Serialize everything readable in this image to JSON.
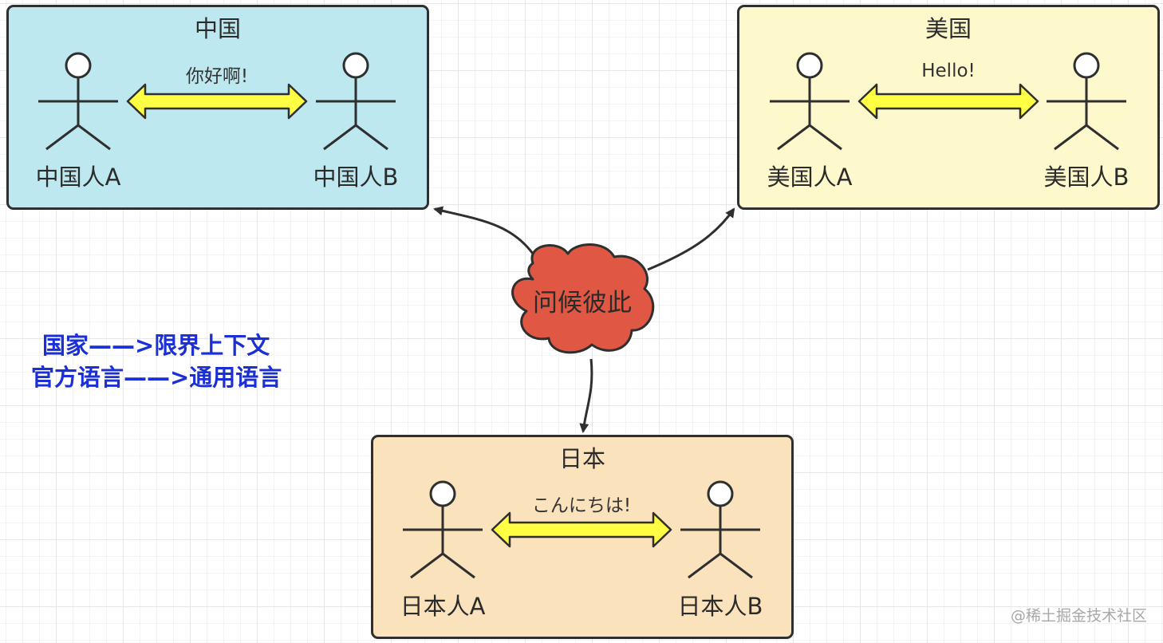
{
  "panels": {
    "china": {
      "title": "中国",
      "greeting": "你好啊!",
      "person_a": "中国人A",
      "person_b": "中国人B",
      "color": "#bee8ef"
    },
    "usa": {
      "title": "美国",
      "greeting": "Hello!",
      "person_a": "美国人A",
      "person_b": "美国人B",
      "color": "#fef9cd"
    },
    "japan": {
      "title": "日本",
      "greeting": "こんにちは!",
      "person_a": "日本人A",
      "person_b": "日本人B",
      "color": "#fae2bc"
    }
  },
  "cloud": {
    "label": "问候彼此",
    "color": "#e05743"
  },
  "notes": {
    "line1": "国家——>限界上下文",
    "line2": "官方语言——>通用语言",
    "color": "#1a2fd6"
  },
  "arrow_color": "#ffff44",
  "watermark": "@稀土掘金技术社区"
}
